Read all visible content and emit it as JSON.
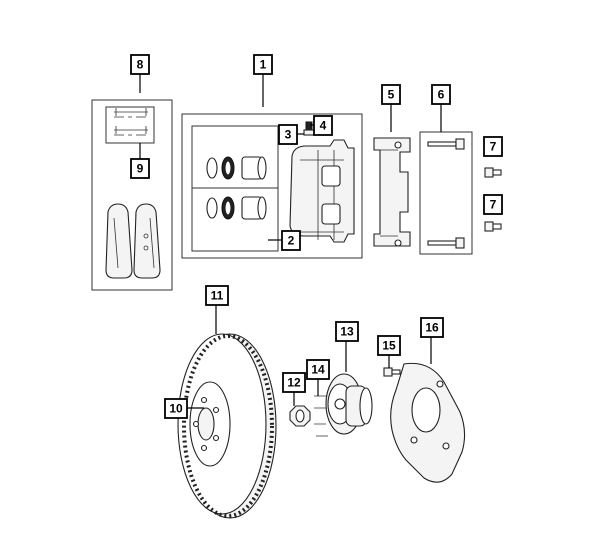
{
  "callouts": [
    {
      "id": "c1",
      "label": "1"
    },
    {
      "id": "c2",
      "label": "2"
    },
    {
      "id": "c3",
      "label": "3"
    },
    {
      "id": "c4",
      "label": "4"
    },
    {
      "id": "c5",
      "label": "5"
    },
    {
      "id": "c6",
      "label": "6"
    },
    {
      "id": "c7a",
      "label": "7"
    },
    {
      "id": "c7b",
      "label": "7"
    },
    {
      "id": "c8",
      "label": "8"
    },
    {
      "id": "c9",
      "label": "9"
    },
    {
      "id": "c10",
      "label": "10"
    },
    {
      "id": "c11",
      "label": "11"
    },
    {
      "id": "c12",
      "label": "12"
    },
    {
      "id": "c13",
      "label": "13"
    },
    {
      "id": "c14",
      "label": "14"
    },
    {
      "id": "c15",
      "label": "15"
    },
    {
      "id": "c16",
      "label": "16"
    }
  ]
}
